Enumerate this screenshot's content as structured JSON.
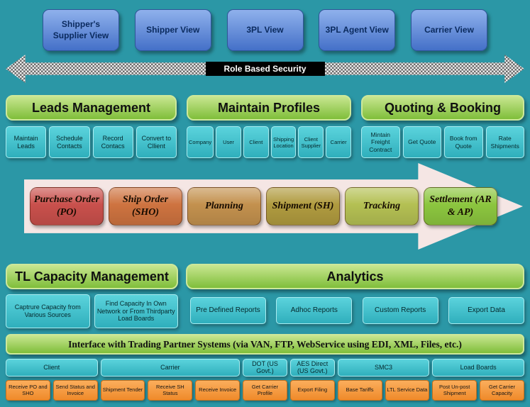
{
  "palette": {
    "bg": "#2B97A6",
    "blue-top": "#8FB1EC",
    "blue-bottom": "#4470C8",
    "green-top": "#C8E690",
    "green-bottom": "#7FBE3A",
    "teal-top": "#5BD3DC",
    "teal-bottom": "#2FAFBC",
    "orange-top": "#FBAE5C",
    "orange-bottom": "#EF8A2A",
    "arrow-pink": "#F5E6E4"
  },
  "views": {
    "items": [
      "Shipper's Supplier View",
      "Shipper View",
      "3PL View",
      "3PL Agent View",
      "Carrier View"
    ]
  },
  "security": {
    "label": "Role Based Security"
  },
  "feature_sections": [
    {
      "title": "Leads Management",
      "items": [
        "Maintain Leads",
        "Schedule Contacts",
        "Record Contacs",
        "Convert to Cllient"
      ]
    },
    {
      "title": "Maintain Profiles",
      "items": [
        "Company",
        "User",
        "Client",
        "Shipping Location",
        "Client Supplier",
        "Carrier"
      ]
    },
    {
      "title": "Quoting & Booking",
      "items": [
        "Mintain Freight Contract",
        "Get Quote",
        "Book from Quote",
        "Rate Shipments"
      ]
    }
  ],
  "process_flow": {
    "stages": [
      {
        "label": "Purchase Order (PO)",
        "color": "#C9504C"
      },
      {
        "label": "Ship Order (SHO)",
        "color": "#CE7340"
      },
      {
        "label": "Planning",
        "color": "#C3914E"
      },
      {
        "label": "Shipment (SH)",
        "color": "#B09B3F"
      },
      {
        "label": "Tracking",
        "color": "#B4C053"
      },
      {
        "label": "Settlement (AR & AP)",
        "color": "#8CC63F"
      }
    ]
  },
  "capacity_section": {
    "title": "TL Capacity Management",
    "items": [
      "Captrure Capacity from Various Sources",
      "Find Capacity In Own Network or From Thirdparty Load Boards"
    ]
  },
  "analytics_section": {
    "title": "Analytics",
    "items": [
      "Pre Defined Reports",
      "Adhoc Reports",
      "Custom Reports",
      "Export Data"
    ]
  },
  "interface_banner": {
    "label": "Interface with Trading Partner Systems (via VAN, FTP, WebService using EDI, XML, Files, etc.)"
  },
  "partners": {
    "items": [
      "Client",
      "Carrier",
      "DOT (US Govt.)",
      "AES Direct (US Govt.)",
      "SMC3",
      "Load Boards"
    ]
  },
  "partner_functions": {
    "items": [
      "Receive PO and SHO",
      "Send Status and Invoice",
      "Shipment Tender",
      "Receive SH Status",
      "Receive Invoice",
      "Get Carrier Profile",
      "Export Filing",
      "Base Tariffs",
      "LTL Service Data",
      "Post Un-post Shipment",
      "Get Carrier Capacity"
    ]
  }
}
